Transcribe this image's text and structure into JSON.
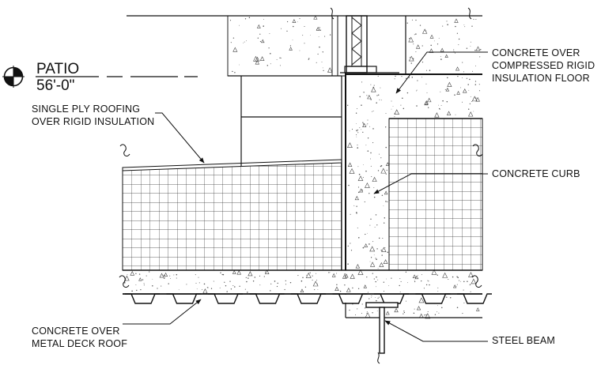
{
  "level_marker": {
    "name": "PATIO",
    "elevation": "56'-0\""
  },
  "callouts": {
    "concrete_over_insulation_floor": [
      "CONCRETE OVER",
      "COMPRESSED RIGID",
      "INSULATION FLOOR"
    ],
    "single_ply_roofing": [
      "SINGLE PLY ROOFING",
      "OVER RIGID INSULATION"
    ],
    "concrete_curb": [
      "CONCRETE CURB"
    ],
    "concrete_over_metal_deck": [
      "CONCRETE OVER",
      "METAL DECK ROOF"
    ],
    "steel_beam": [
      "STEEL BEAM"
    ]
  },
  "colors": {
    "line": "#111111",
    "hatch": "#555555",
    "paper": "#ffffff"
  }
}
